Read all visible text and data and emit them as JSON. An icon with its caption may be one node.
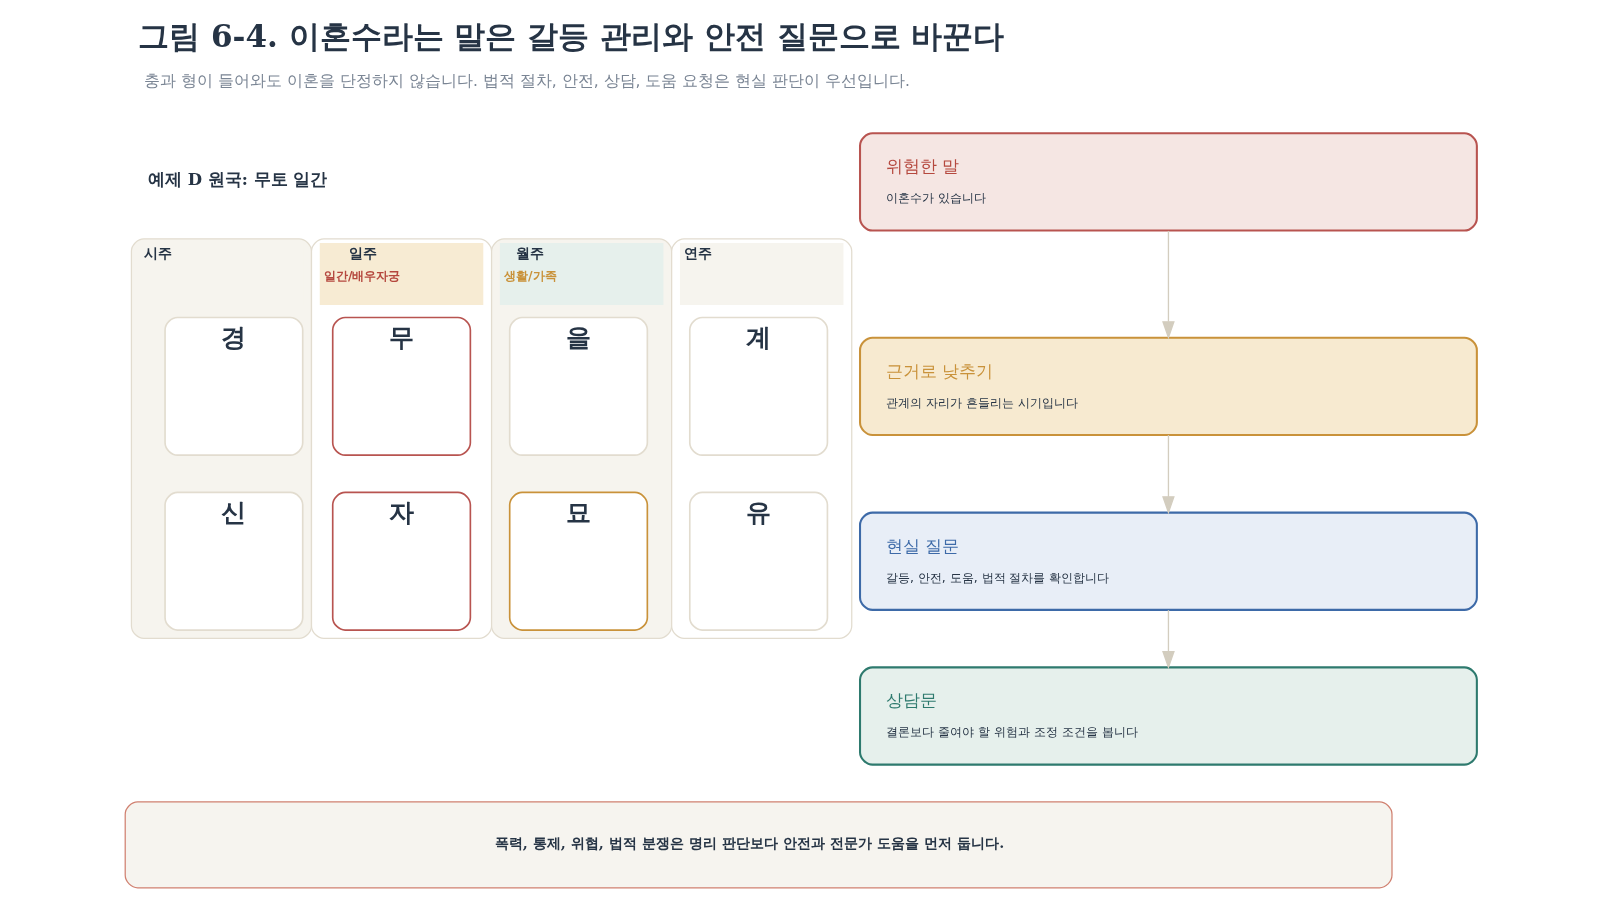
{
  "diagram": {
    "title": "그림 6-4. 이혼수라는 말은 갈등 관리와 안전 질문으로 바꾼다",
    "caption": "충과 형이 들어와도 이혼을 단정하지 않습니다. 법적 절차, 안전, 상담, 도움 요청은 현실 판단이 우선입니다.",
    "nodes": [
      {
        "text": [
          "시주"
        ]
      },
      {
        "text": [
          "경"
        ],
        "in": 0
      },
      {
        "text": [
          "신"
        ],
        "in": 0
      },
      {
        "text": [
          "일주",
          "일간/배우자궁"
        ]
      },
      {
        "text": [
          "무"
        ],
        "in": 3
      },
      {
        "text": [
          "자"
        ],
        "in": 3
      },
      {
        "text": [
          "월주",
          "생활/가족"
        ]
      },
      {
        "text": [
          "을"
        ],
        "in": 6
      },
      {
        "text": [
          "묘"
        ],
        "in": 6
      },
      {
        "text": [
          "연주"
        ]
      },
      {
        "text": [
          "계"
        ],
        "in": 9
      },
      {
        "text": [
          "유"
        ],
        "in": 9
      },
      {
        "text": [
          "위험한 말",
          "이혼수가 있습니다"
        ]
      },
      {
        "text": [
          "근거로 낮추기",
          "관계의 자리가 흔들리는 시기입니다"
        ]
      },
      {
        "text": [
          "현실 질문",
          "갈등, 안전, 도움, 법적 절차를 확인합니다"
        ]
      },
      {
        "text": [
          "상담문",
          "결론보다 줄여야 할 위험과 조정 조건을 봅니다"
        ]
      },
      {
        "text": [
          "폭력, 통제, 위협, 법적 분쟁은 명리 판단보다 안전과 전문가 도움을 먼저 둡니다."
        ]
      }
    ],
    "edges": [
      {
        "from": 12,
        "to": 13,
        "arrow": "to"
      },
      {
        "from": 13,
        "to": 14,
        "arrow": "to"
      },
      {
        "from": 14,
        "to": 15,
        "arrow": "to"
      }
    ],
    "labels": [
      "예제 D 원국: 무토 일간"
    ]
  }
}
